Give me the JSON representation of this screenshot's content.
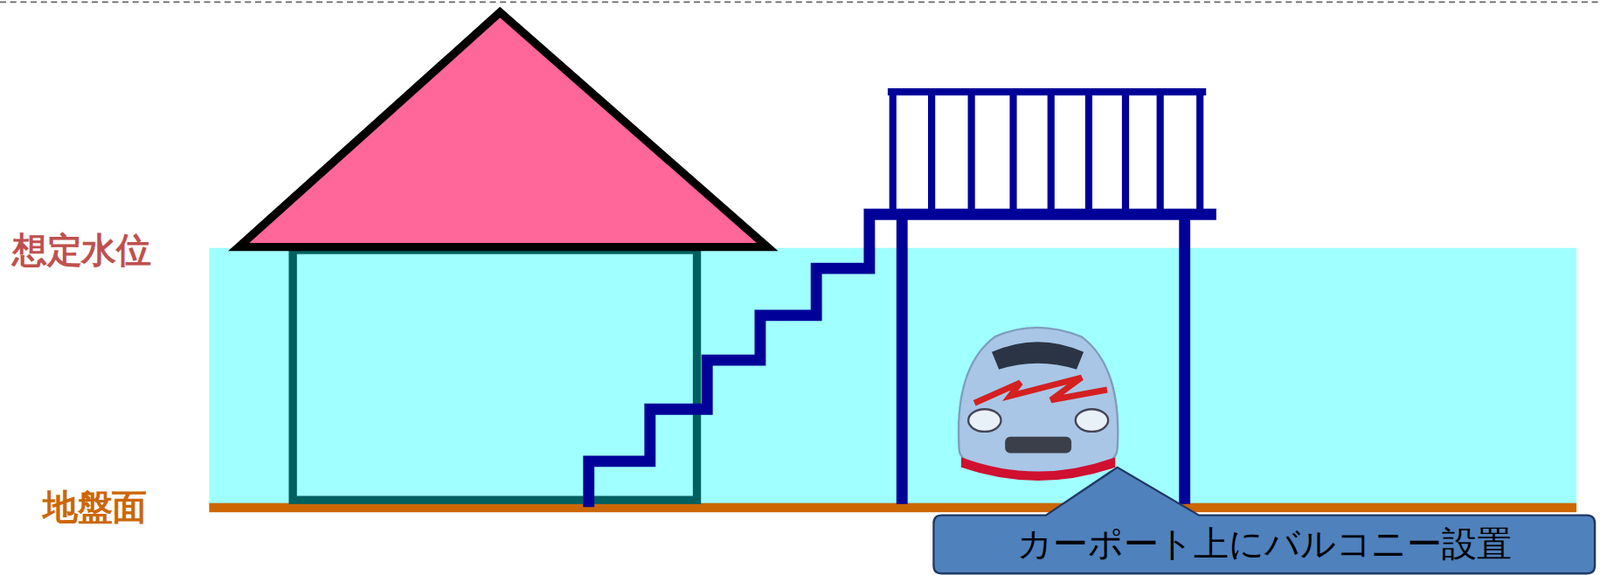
{
  "diagram": {
    "nodes": [
      {
        "text": [
          "カーポート上にバルコニー設置"
        ]
      }
    ],
    "labels": [
      "想定水位",
      "地盤面"
    ]
  }
}
